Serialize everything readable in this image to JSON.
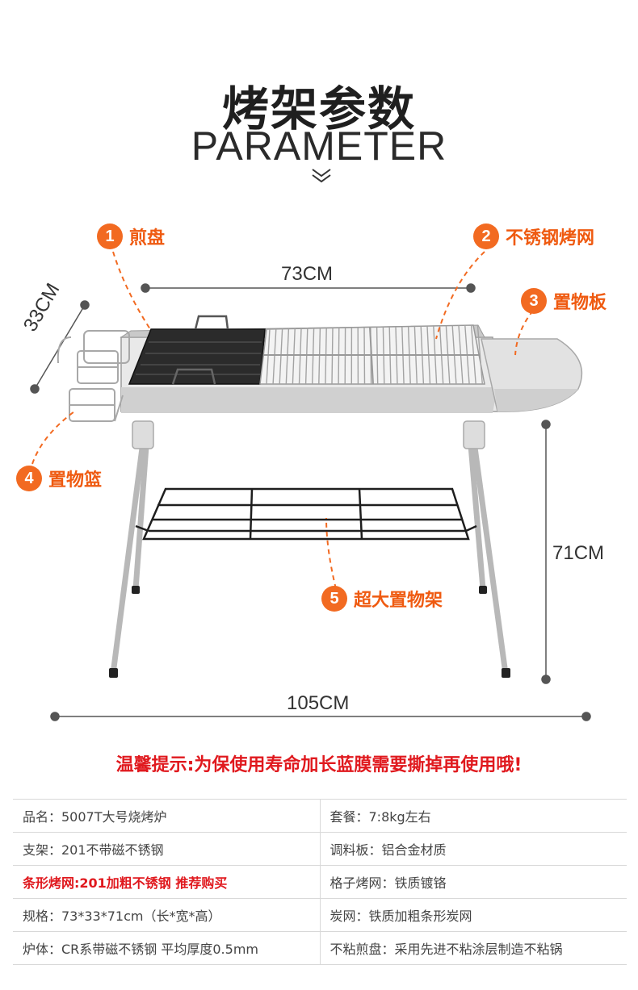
{
  "header": {
    "title_cn": "烤架参数",
    "title_en": "PARAMETER"
  },
  "dimensions": {
    "width": "73CM",
    "depth": "33CM",
    "height": "71CM",
    "length": "105CM"
  },
  "callouts": [
    {
      "num": "1",
      "label": "煎盘"
    },
    {
      "num": "2",
      "label": "不锈钢烤网"
    },
    {
      "num": "3",
      "label": "置物板"
    },
    {
      "num": "4",
      "label": "置物篮"
    },
    {
      "num": "5",
      "label": "超大置物架"
    }
  ],
  "colors": {
    "accent": "#f26a21",
    "notice": "#e0191e"
  },
  "notice": "温馨提示:为保使用寿命加长蓝膜需要撕掉再使用哦!",
  "specs": [
    [
      "品名：5007T大号烧烤炉",
      "套餐：7:8kg左右"
    ],
    [
      "支架：201不带磁不锈钢",
      "调料板：铝合金材质"
    ],
    [
      "条形烤网:201加粗不锈钢  推荐购买",
      "格子烤网：铁质镀铬"
    ],
    [
      "规格：73*33*71cm（长*宽*高）",
      "炭网：铁质加粗条形炭网"
    ],
    [
      "炉体：CR系带磁不锈钢  平均厚度0.5mm",
      "不粘煎盘：采用先进不粘涂层制造不粘锅"
    ]
  ]
}
